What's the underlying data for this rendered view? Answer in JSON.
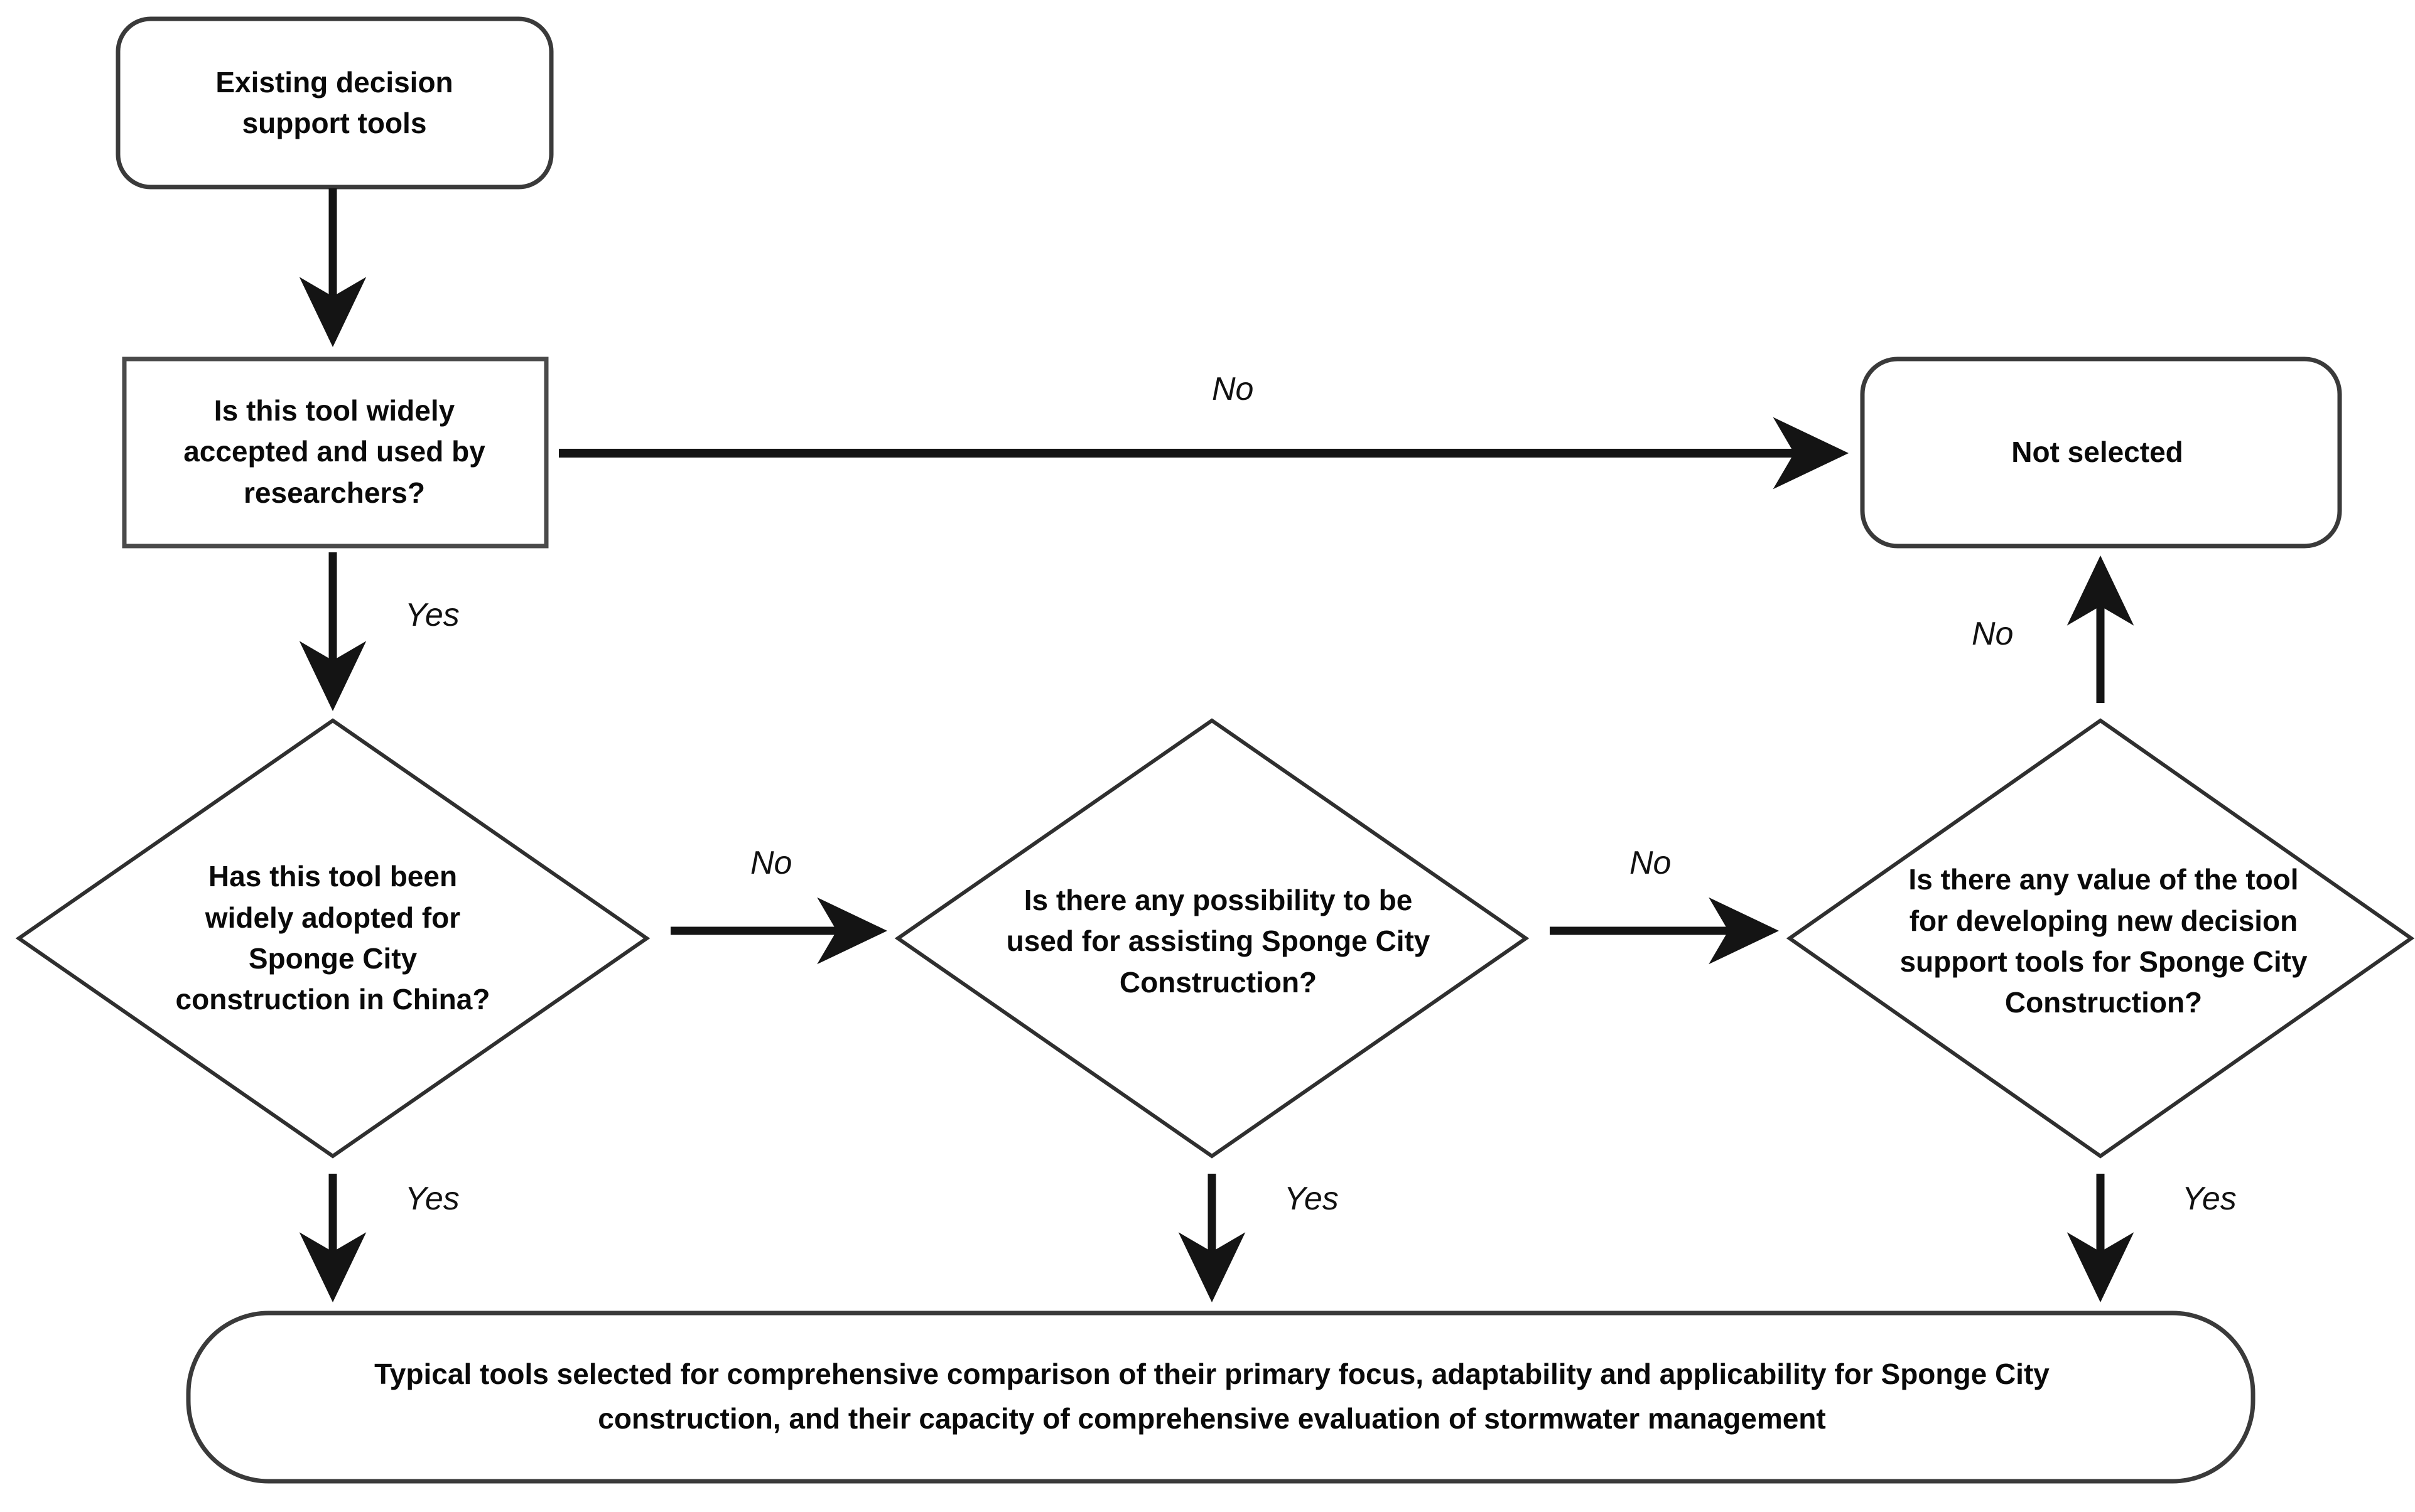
{
  "diagram": {
    "type": "flowchart",
    "orientation": "top-to-bottom",
    "background_color": "#ffffff",
    "line_color": "#2a2a2a",
    "arrow_color": "#141414",
    "text_color": "#0a0a0a",
    "nodes": [
      {
        "id": "start",
        "shape": "rounded-rectangle",
        "label": "Existing decision\nsupport tools"
      },
      {
        "id": "q1",
        "shape": "rectangle",
        "label": "Is this tool widely\naccepted and used by\nresearchers?"
      },
      {
        "id": "not_selected",
        "shape": "rounded-rectangle",
        "label": "Not selected"
      },
      {
        "id": "d1",
        "shape": "diamond",
        "label": "Has this tool been\nwidely adopted for\nSponge City\nconstruction in China?"
      },
      {
        "id": "d2",
        "shape": "diamond",
        "label": "Is there any possibility to be\nused for assisting Sponge City\nConstruction?"
      },
      {
        "id": "d3",
        "shape": "diamond",
        "label": "Is there any value of the tool\nfor developing new decision\nsupport tools for Sponge City\nConstruction?"
      },
      {
        "id": "final",
        "shape": "rounded-rectangle",
        "label": "Typical tools selected for comprehensive comparison of their primary focus, adaptability and applicability for Sponge City\nconstruction, and their capacity of comprehensive evaluation of stormwater management"
      }
    ],
    "edges": [
      {
        "id": "e-start-q1",
        "from": "start",
        "to": "q1",
        "label": "",
        "direction": "down"
      },
      {
        "id": "e-q1-notsel",
        "from": "q1",
        "to": "not_selected",
        "label": "No",
        "direction": "right"
      },
      {
        "id": "e-q1-d1",
        "from": "q1",
        "to": "d1",
        "label": "Yes",
        "direction": "down"
      },
      {
        "id": "e-d1-d2",
        "from": "d1",
        "to": "d2",
        "label": "No",
        "direction": "right"
      },
      {
        "id": "e-d2-d3",
        "from": "d2",
        "to": "d3",
        "label": "No",
        "direction": "right"
      },
      {
        "id": "e-d3-notsel",
        "from": "d3",
        "to": "not_selected",
        "label": "No",
        "direction": "up"
      },
      {
        "id": "e-d1-final",
        "from": "d1",
        "to": "final",
        "label": "Yes",
        "direction": "down"
      },
      {
        "id": "e-d2-final",
        "from": "d2",
        "to": "final",
        "label": "Yes",
        "direction": "down"
      },
      {
        "id": "e-d3-final",
        "from": "d3",
        "to": "final",
        "label": "Yes",
        "direction": "down"
      }
    ],
    "edge_labels": {
      "no_top": "No",
      "yes_q1_to_d1": "Yes",
      "no_d3_to_notselected": "No",
      "no_d1_to_d2": "No",
      "no_d2_to_d3": "No",
      "yes_d1_to_final": "Yes",
      "yes_d2_to_final": "Yes",
      "yes_d3_to_final": "Yes"
    }
  }
}
